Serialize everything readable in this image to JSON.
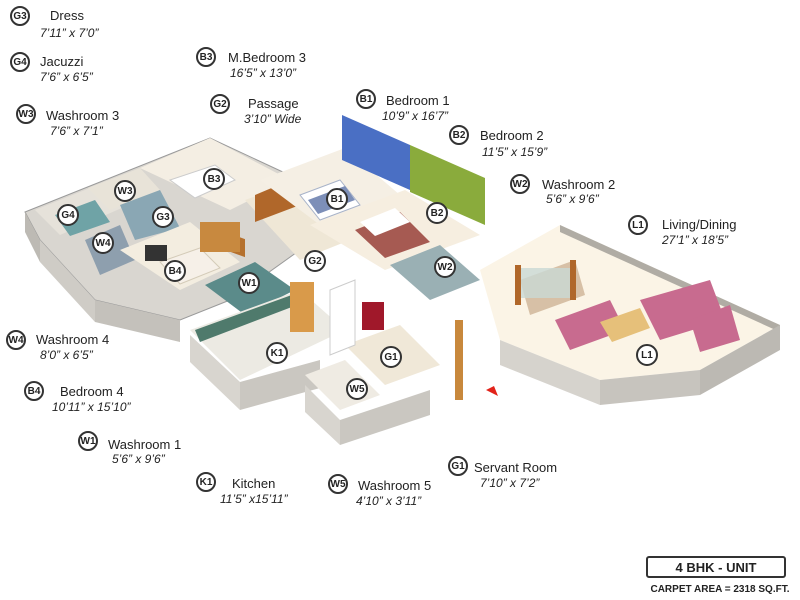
{
  "rooms": [
    {
      "code": "G3",
      "name": "Dress",
      "dims": "7’11” x 7’0”"
    },
    {
      "code": "G4",
      "name": "Jacuzzi",
      "dims": "7’6” x 6’5”"
    },
    {
      "code": "W3",
      "name": "Washroom 3",
      "dims": "7’6” x 7’1”"
    },
    {
      "code": "B3",
      "name": "M.Bedroom 3",
      "dims": "16’5” x 13’0”"
    },
    {
      "code": "G2",
      "name": "Passage",
      "dims": "3’10” Wide"
    },
    {
      "code": "B1",
      "name": "Bedroom 1",
      "dims": "10’9” x 16’7”"
    },
    {
      "code": "B2",
      "name": "Bedroom 2",
      "dims": "11’5” x 15’9”"
    },
    {
      "code": "W2",
      "name": "Washroom 2",
      "dims": "5’6” x 9’6”"
    },
    {
      "code": "L1",
      "name": "Living/Dining",
      "dims": "27’1” x 18’5”"
    },
    {
      "code": "W4",
      "name": "Washroom 4",
      "dims": "8’0” x 6’5”"
    },
    {
      "code": "B4",
      "name": "Bedroom 4",
      "dims": "10’11” x 15’10”"
    },
    {
      "code": "W1",
      "name": "Washroom 1",
      "dims": "5’6” x 9’6”"
    },
    {
      "code": "K1",
      "name": "Kitchen",
      "dims": "11’5” x15’11”"
    },
    {
      "code": "W5",
      "name": "Washroom 5",
      "dims": "4’10” x 3’11”"
    },
    {
      "code": "G1",
      "name": "Servant Room",
      "dims": "7’10” x 7’2”"
    }
  ],
  "floor_badges": [
    "B3",
    "W3",
    "G4",
    "G3",
    "W4",
    "B4",
    "W1",
    "B1",
    "B2",
    "G2",
    "W2",
    "L1",
    "K1",
    "G1",
    "W5"
  ],
  "unit": {
    "title": "4 BHK - UNIT",
    "carpet": "CARPET AREA = 2318 SQ.FT."
  },
  "colors": {
    "accent_blue": "#4a6fc4",
    "accent_green": "#8aab3c",
    "wood": "#c9883c",
    "sofa": "#c86b8f",
    "floor": "#f2ece0"
  }
}
